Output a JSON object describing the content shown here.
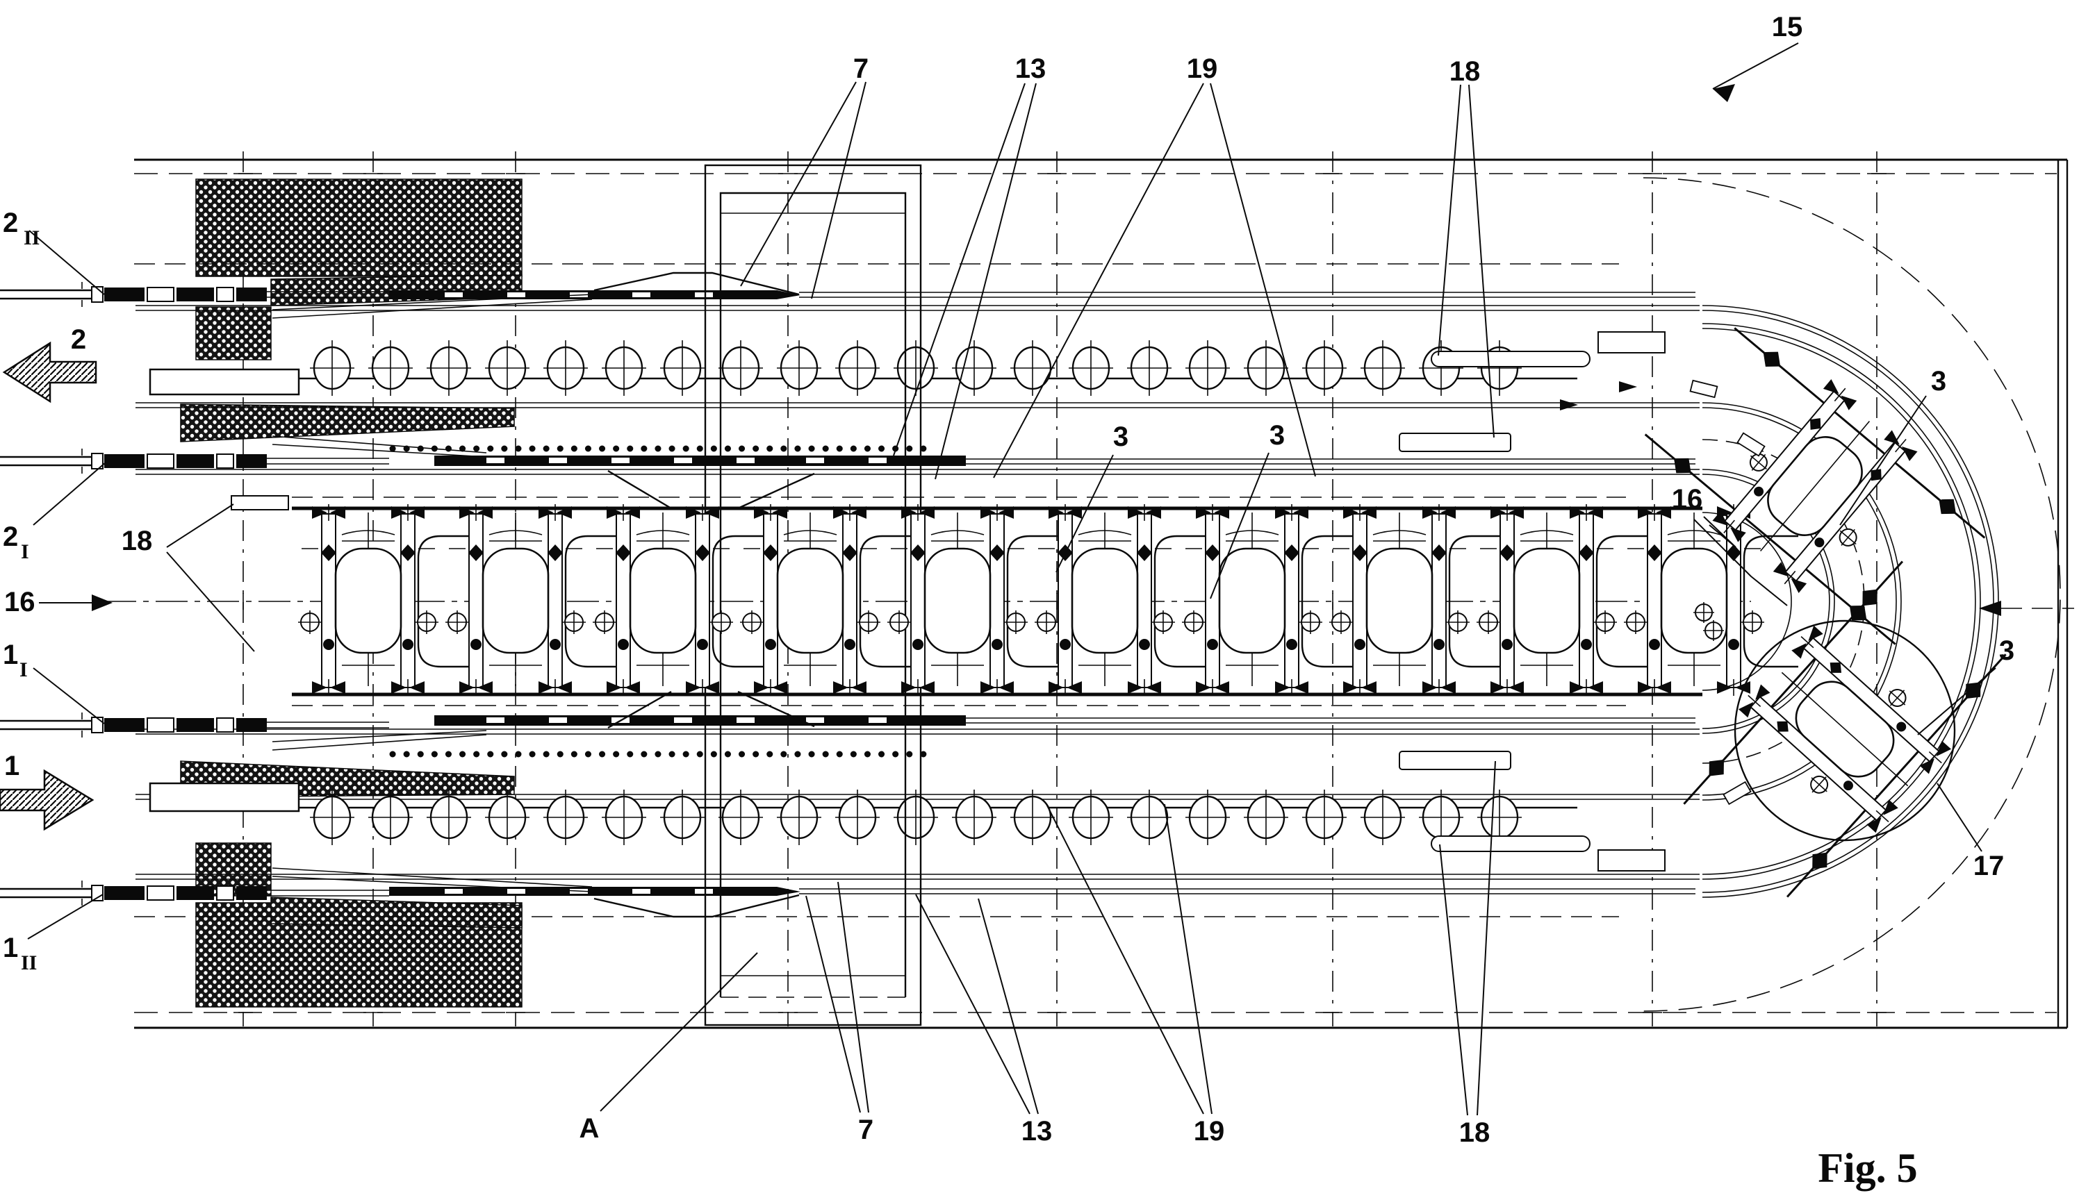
{
  "figure": {
    "caption": "Fig. 5"
  },
  "labels": {
    "top_7": "7",
    "top_13": "13",
    "top_19": "19",
    "top_18": "18",
    "ref_15": "15",
    "left_2II": {
      "main": "2",
      "sub": "II"
    },
    "left_2": "2",
    "left_2I": {
      "main": "2",
      "sub": "I"
    },
    "left_18": "18",
    "left_16": "16",
    "left_1I": {
      "main": "1",
      "sub": "I"
    },
    "left_1": "1",
    "left_1II": {
      "main": "1",
      "sub": "II"
    },
    "mid_3a": "3",
    "mid_3b": "3",
    "right_3_upper": "3",
    "right_16": "16",
    "right_3_lower": "3",
    "right_17": "17",
    "bottom_A": "A",
    "bottom_7": "7",
    "bottom_13": "13",
    "bottom_19": "19",
    "bottom_18": "18"
  }
}
